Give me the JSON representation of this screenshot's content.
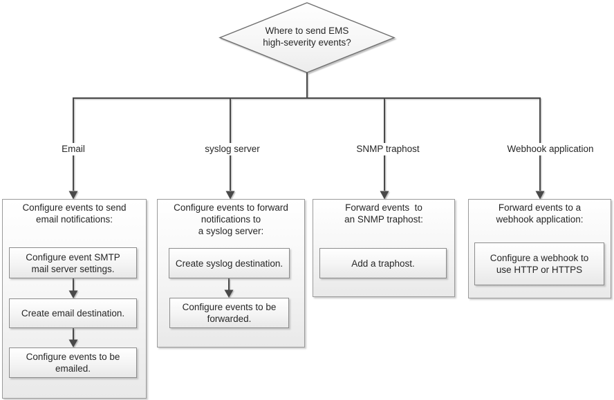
{
  "colors": {
    "line": "#4a4a4a",
    "box-border": "#9a9a9a",
    "step-border": "#8b8b8b",
    "text": "#262626",
    "bg": "#ffffff"
  },
  "decision": {
    "label": "Where to send EMS\nhigh-severity events?"
  },
  "branches": [
    {
      "label": "Email",
      "title": "Configure events to send\nemail notifications:",
      "steps": [
        "Configure event SMTP\nmail server settings.",
        "Create email destination.",
        "Configure events to be\nemailed."
      ]
    },
    {
      "label": "syslog server",
      "title": "Configure events to forward\nnotifications to\na syslog server:",
      "steps": [
        "Create syslog destination.",
        "Configure events to be\nforwarded."
      ]
    },
    {
      "label": "SNMP traphost",
      "title": "Forward events  to\nan SNMP traphost:",
      "steps": [
        "Add a traphost."
      ]
    },
    {
      "label": "Webhook application",
      "title": "Forward events to a\nwebhook application:",
      "steps": [
        "Configure a webhook to\nuse HTTP or HTTPS"
      ]
    }
  ]
}
